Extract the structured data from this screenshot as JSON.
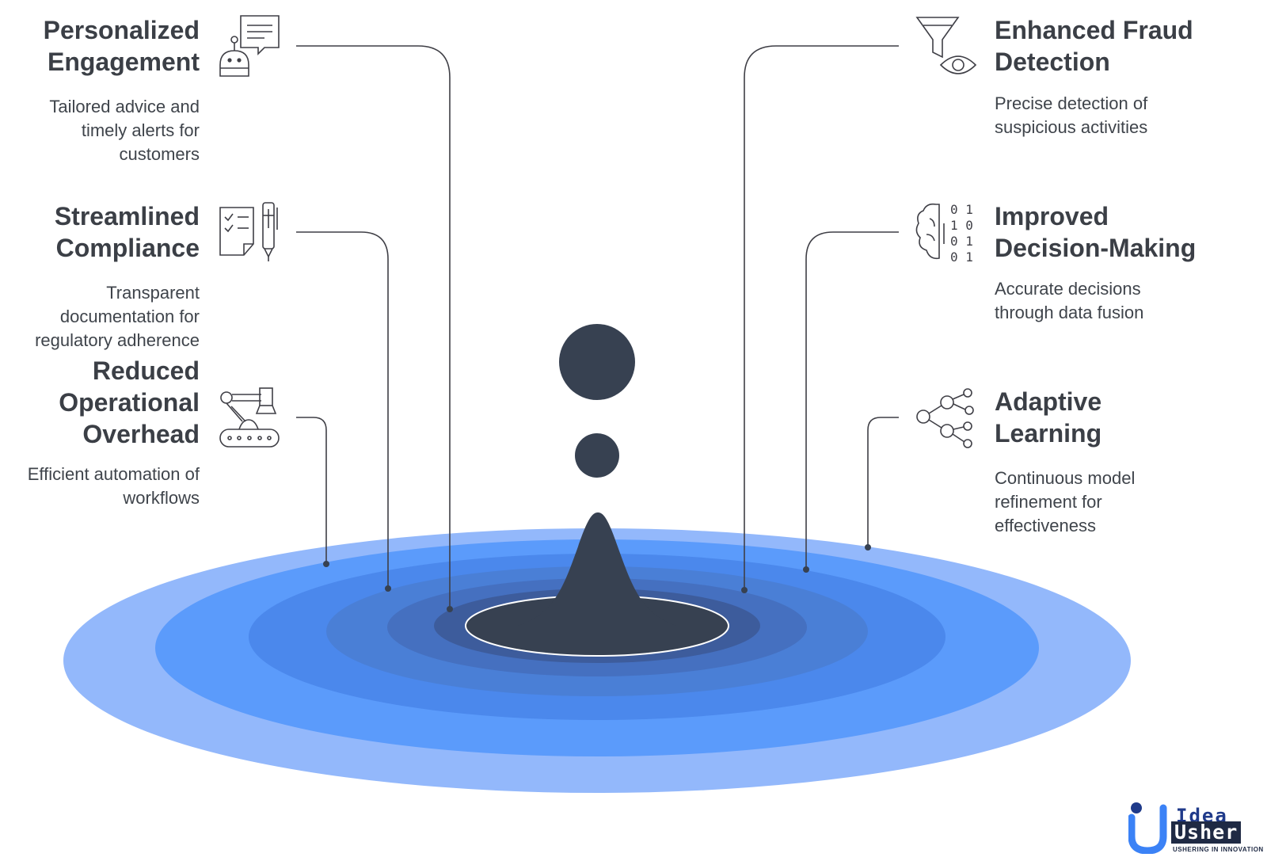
{
  "items": {
    "personalized": {
      "title_line1": "Personalized",
      "title_line2": "Engagement",
      "desc_line1": "Tailored advice and",
      "desc_line2": "timely alerts for",
      "desc_line3": "customers",
      "icon": "chatbot-icon"
    },
    "compliance": {
      "title_line1": "Streamlined",
      "title_line2": "Compliance",
      "desc_line1": "Transparent",
      "desc_line2": "documentation for",
      "desc_line3": "regulatory adherence",
      "icon": "checklist-pen-icon"
    },
    "overhead": {
      "title_line1": "Reduced",
      "title_line2": "Operational",
      "title_line3": "Overhead",
      "desc_line1": "Efficient automation of",
      "desc_line2": "workflows",
      "icon": "robot-arm-conveyor-icon"
    },
    "fraud": {
      "title_line1": "Enhanced Fraud",
      "title_line2": "Detection",
      "desc_line1": "Precise detection of",
      "desc_line2": "suspicious activities",
      "icon": "funnel-eye-icon"
    },
    "decision": {
      "title_line1": "Improved",
      "title_line2": "Decision-Making",
      "desc_line1": "Accurate decisions",
      "desc_line2": "through data fusion",
      "icon": "brain-binary-icon"
    },
    "adaptive": {
      "title_line1": "Adaptive",
      "title_line2": "Learning",
      "desc_line1": "Continuous model",
      "desc_line2": "refinement for",
      "desc_line3": "effectiveness",
      "icon": "network-nodes-icon"
    }
  },
  "logo": {
    "word1": "Idea",
    "word2": "Usher",
    "tagline": "USHERING IN INNOVATION"
  },
  "colors": {
    "ring1": "#93b8fb",
    "ring2": "#5b9bfb",
    "ring3": "#4b88ec",
    "ring4": "#4a7fd6",
    "ring5": "#4570c0",
    "ring6": "#3d5c9c",
    "drop": "#374151",
    "line": "#3f3f46"
  }
}
